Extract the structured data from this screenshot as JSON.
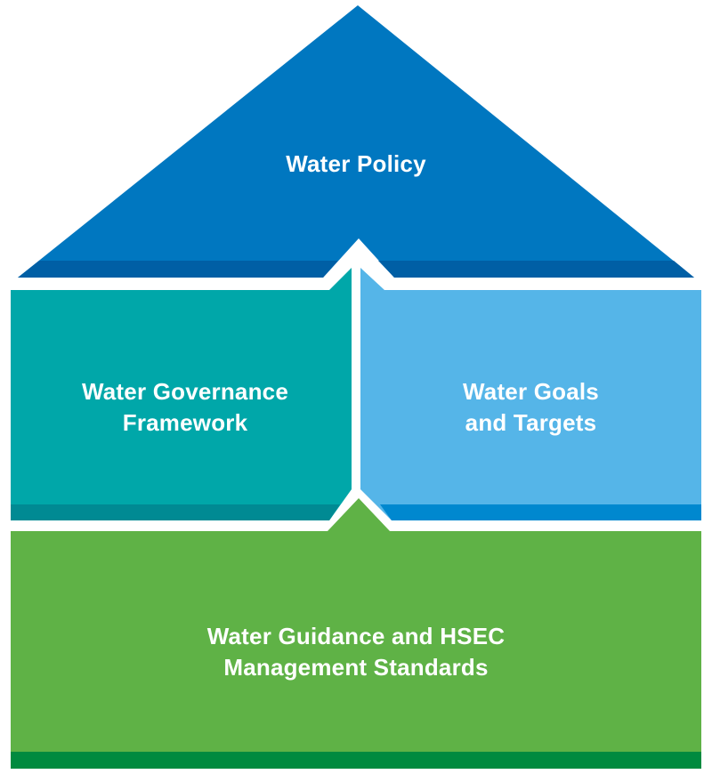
{
  "diagram": {
    "roof": {
      "line1": "Water Policy",
      "fill": "#0077c0",
      "band": "#005fa5"
    },
    "left_block": {
      "line1": "Water Governance",
      "line2": "Framework",
      "fill": "#00a7a9",
      "band": "#008a93"
    },
    "right_block": {
      "line1": "Water Goals",
      "line2": "and Targets",
      "fill": "#55b5e8",
      "band": "#0088cf"
    },
    "foundation": {
      "line1": "Water Guidance and HSEC",
      "line2": "Management Standards",
      "fill": "#5fb246",
      "band": "#008a3f"
    }
  }
}
